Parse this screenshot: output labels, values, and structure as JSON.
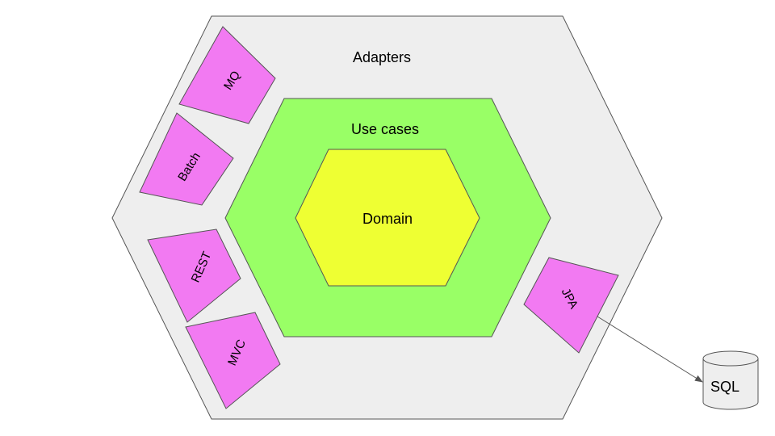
{
  "diagram": {
    "layers": {
      "adapters": {
        "label": "Adapters",
        "fill": "#eeeeee",
        "stroke": "#555555"
      },
      "use_cases": {
        "label": "Use cases",
        "fill": "#99ff66",
        "stroke": "#555555"
      },
      "domain": {
        "label": "Domain",
        "fill": "#eeff33",
        "stroke": "#555555"
      }
    },
    "adapters": [
      {
        "id": "mq",
        "label": "MQ"
      },
      {
        "id": "batch",
        "label": "Batch"
      },
      {
        "id": "rest",
        "label": "REST"
      },
      {
        "id": "mvc",
        "label": "MVC"
      },
      {
        "id": "jpa",
        "label": "JPA"
      }
    ],
    "adapter_fill": "#f27af2",
    "database": {
      "label": "SQL",
      "fill": "#eeeeee"
    },
    "connections": [
      {
        "from": "JPA",
        "to": "SQL"
      }
    ]
  }
}
